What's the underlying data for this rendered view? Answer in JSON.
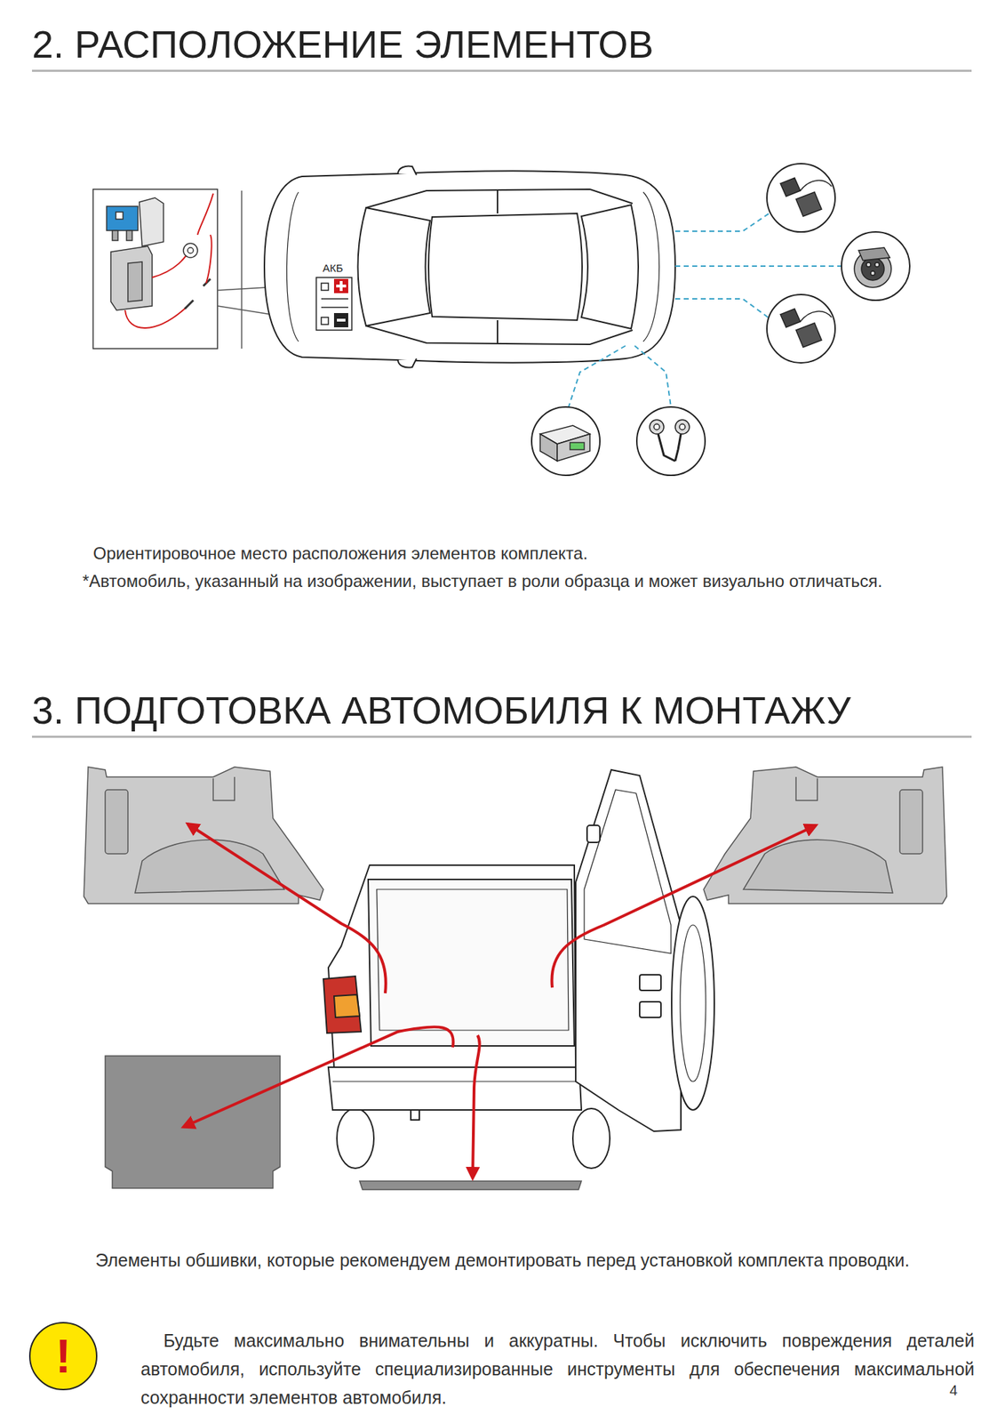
{
  "diagram": {
    "title": "2. РАСПОЛОЖЕНИЕ ЭЛЕМЕНТОВ",
    "nodes": [
      {
        "text": [
          "!"
        ]
      }
    ],
    "labels": [
      "АКБ",
      "Ориентировочное место расположения элементов комплекта.",
      "*Автомобиль, указанный на изображении, выступает в роли образца и может визуально отличаться.",
      "3. ПОДГОТОВКА АВТОМОБИЛЯ К МОНТАЖУ",
      "Элементы обшивки, которые рекомендуем демонтировать перед установкой комплекта проводки.",
      "Будьте максимально внимательны и аккуратны. Чтобы исключить повреждения деталей автомобиля, используйте специализированные инструменты для обеспечения максимальной сохранности элементов автомобиля.",
      "4"
    ]
  }
}
